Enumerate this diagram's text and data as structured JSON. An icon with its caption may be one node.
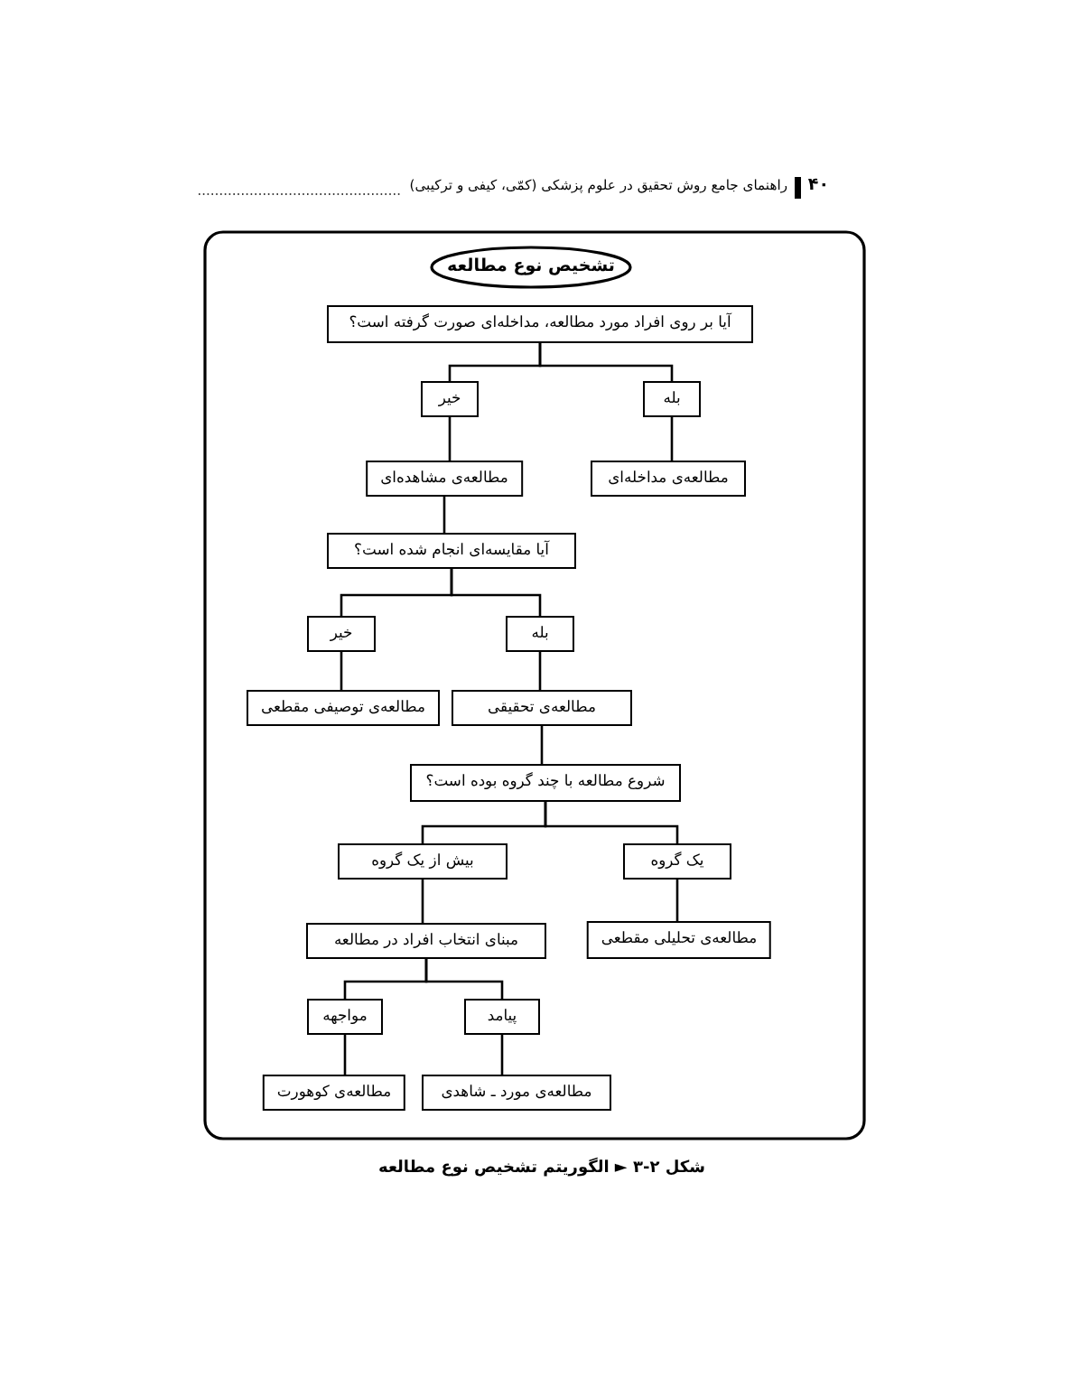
{
  "diagram": {
    "caption": "شکل ۲-۳ ► الگوریتم تشخیص نوع مطالعه",
    "nodes": [
      {
        "text": [
          "تشخیص نوع مطالعه"
        ]
      },
      {
        "text": [
          "آیا بر روی افراد مورد مطالعه، مداخله‌ای صورت گرفته است؟"
        ]
      },
      {
        "text": [
          "بله"
        ]
      },
      {
        "text": [
          "خیر"
        ]
      },
      {
        "text": [
          "مطالعه‌ی مداخله‌ای"
        ]
      },
      {
        "text": [
          "مطالعه‌ی مشاهده‌ای"
        ]
      },
      {
        "text": [
          "آیا مقایسه‌ای انجام شده است؟"
        ]
      },
      {
        "text": [
          "بله"
        ]
      },
      {
        "text": [
          "خیر"
        ]
      },
      {
        "text": [
          "مطالعه‌ی تحقیقی"
        ]
      },
      {
        "text": [
          "مطالعه‌ی توصیفی مقطعی"
        ]
      },
      {
        "text": [
          "شروع مطالعه با چند گروه بوده است؟"
        ]
      },
      {
        "text": [
          "یک گروه"
        ]
      },
      {
        "text": [
          "بیش از یک گروه"
        ]
      },
      {
        "text": [
          "مطالعه‌ی تحلیلی مقطعی"
        ]
      },
      {
        "text": [
          "مبنای انتخاب افراد در مطالعه"
        ]
      },
      {
        "text": [
          "پیامد"
        ]
      },
      {
        "text": [
          "مواجهه"
        ]
      },
      {
        "text": [
          "مطالعه‌ی مورد ـ شاهدی"
        ]
      },
      {
        "text": [
          "مطالعه‌ی کوهورت"
        ]
      }
    ],
    "edges": [
      {
        "from": 1,
        "to": 2,
        "arrow": "none"
      },
      {
        "from": 1,
        "to": 3,
        "arrow": "none"
      },
      {
        "from": 2,
        "to": 4,
        "arrow": "none"
      },
      {
        "from": 3,
        "to": 5,
        "arrow": "none"
      },
      {
        "from": 5,
        "to": 6,
        "arrow": "none"
      },
      {
        "from": 6,
        "to": 7,
        "arrow": "none"
      },
      {
        "from": 6,
        "to": 8,
        "arrow": "none"
      },
      {
        "from": 7,
        "to": 9,
        "arrow": "none"
      },
      {
        "from": 8,
        "to": 10,
        "arrow": "none"
      },
      {
        "from": 9,
        "to": 11,
        "arrow": "none"
      },
      {
        "from": 11,
        "to": 12,
        "arrow": "none"
      },
      {
        "from": 11,
        "to": 13,
        "arrow": "none"
      },
      {
        "from": 12,
        "to": 14,
        "arrow": "none"
      },
      {
        "from": 13,
        "to": 15,
        "arrow": "none"
      },
      {
        "from": 15,
        "to": 16,
        "arrow": "none"
      },
      {
        "from": 15,
        "to": 17,
        "arrow": "none"
      },
      {
        "from": 16,
        "to": 18,
        "arrow": "none"
      },
      {
        "from": 17,
        "to": 19,
        "arrow": "none"
      }
    ],
    "labels": [
      "۴۰",
      "راهنمای جامع روش تحقیق در علوم پزشکی (کمّی، کیفی و ترکیبی)"
    ]
  }
}
